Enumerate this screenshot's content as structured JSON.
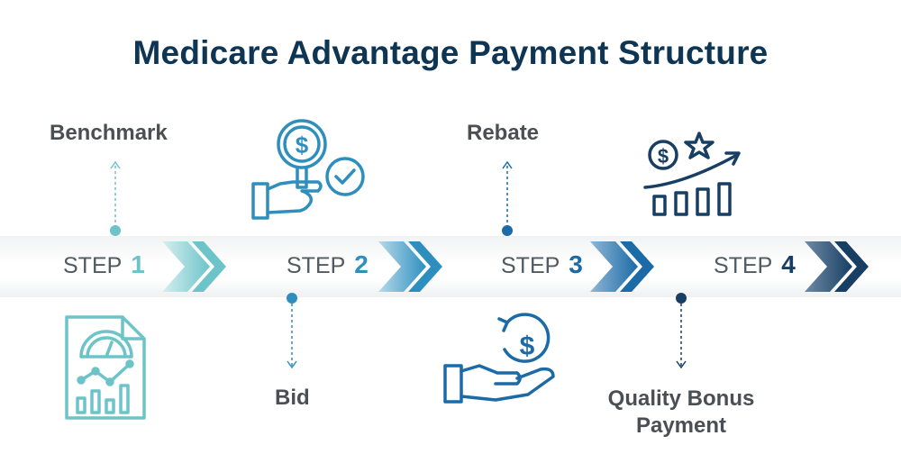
{
  "title": "Medicare Advantage Payment Structure",
  "steps": [
    {
      "word": "STEP",
      "num": "1",
      "color": "#6cc4c8",
      "label": "Benchmark",
      "icon": "gauge-report-icon"
    },
    {
      "word": "STEP",
      "num": "2",
      "color": "#2e8fbf",
      "label": "Bid",
      "icon": "hand-magnifier-dollar-check-icon"
    },
    {
      "word": "STEP",
      "num": "3",
      "color": "#1c6aa6",
      "label": "Rebate",
      "icon": "hand-dollar-return-icon"
    },
    {
      "word": "STEP",
      "num": "4",
      "color": "#183e63",
      "label_lines": [
        "Quality Bonus",
        "Payment"
      ],
      "icon": "growth-chart-star-icon"
    }
  ],
  "colors": {
    "title": "#0f3554",
    "text": "#4a4f54",
    "connector": "#3b6e95"
  }
}
